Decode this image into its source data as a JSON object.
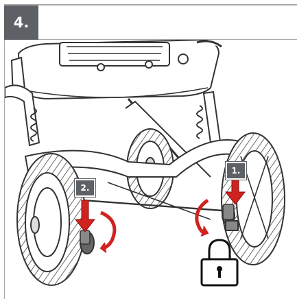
{
  "step": {
    "number": "4."
  },
  "callouts": [
    {
      "label": "1."
    },
    {
      "label": "2."
    }
  ],
  "icons": {
    "lock": "padlock-icon",
    "push_arrow": "down-arrow-icon",
    "rotate": "rotate-arrow-icon"
  },
  "colors": {
    "badge": "#5d6166",
    "arrow_red": "#d0221f",
    "rule": "#a8a8a8"
  }
}
